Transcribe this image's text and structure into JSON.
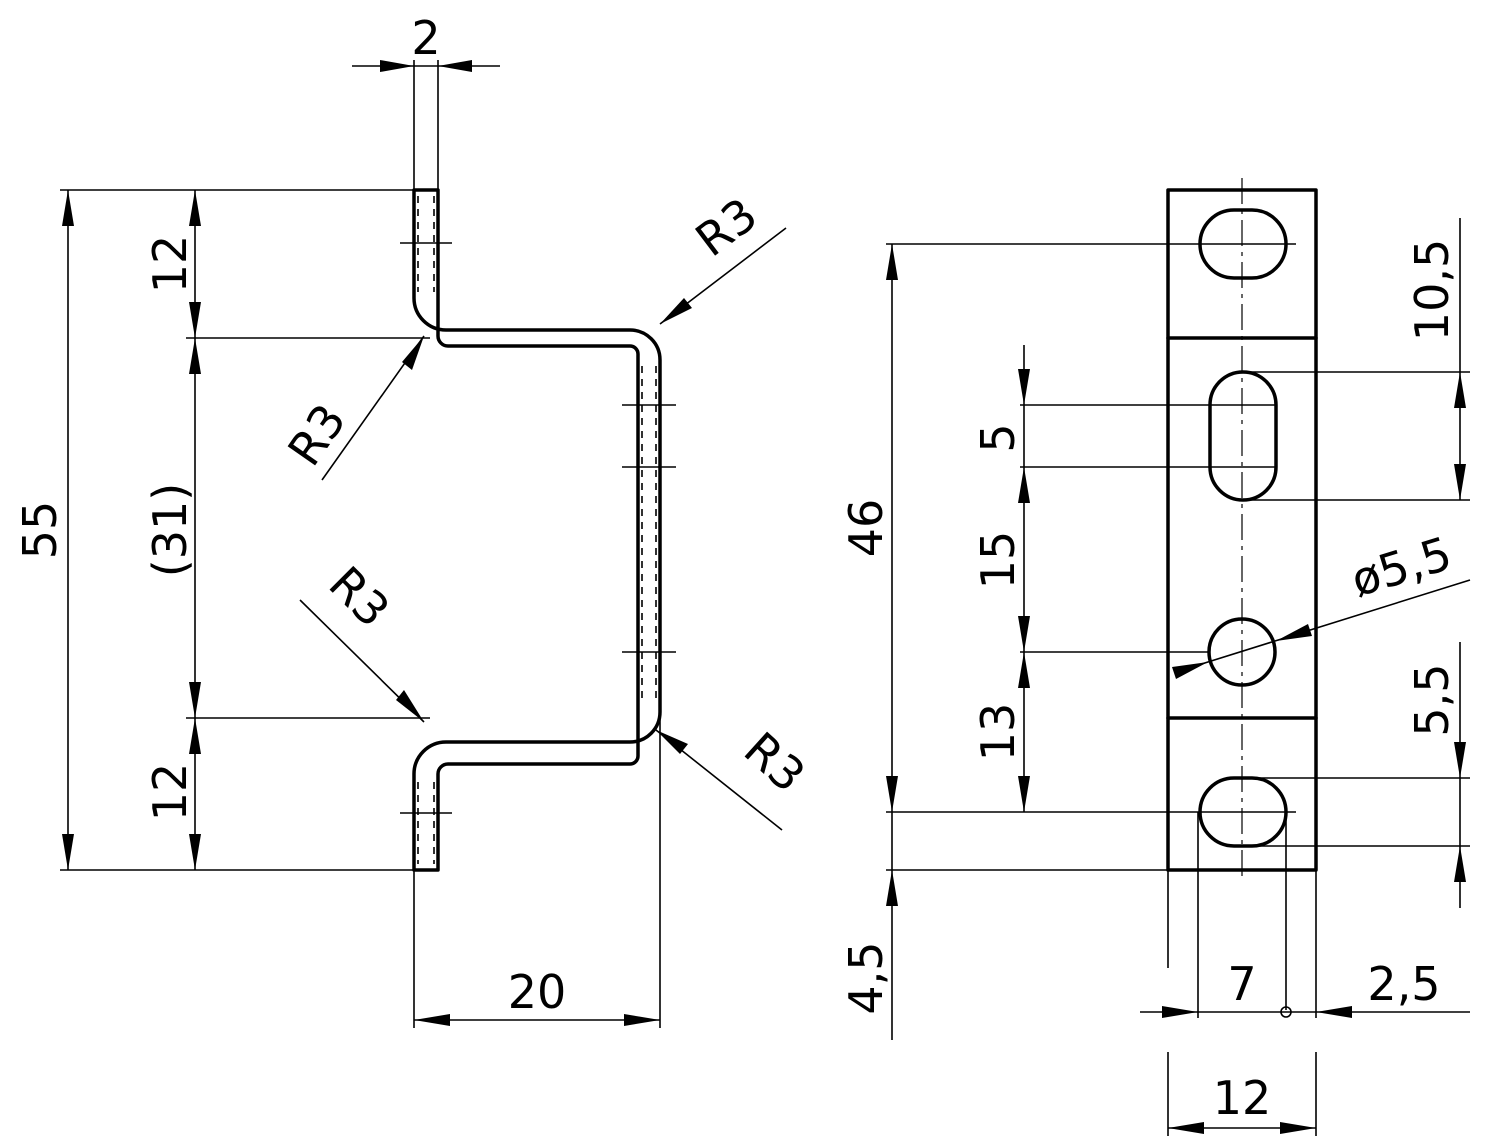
{
  "side_view": {
    "thickness": "2",
    "overall_height": "55",
    "top_flange": "12",
    "web_reference": "(31)",
    "bottom_flange": "12",
    "depth": "20",
    "radius_top_inner": "R3",
    "radius_top_outer": "R3",
    "radius_bottom_inner": "R3",
    "radius_bottom_outer": "R3"
  },
  "front_view": {
    "hole_span": "46",
    "top_slot_offset": "10,5",
    "slot_length": "5",
    "slot_to_hole": "15",
    "hole_diameter": "ø5,5",
    "hole_to_bottom": "13",
    "bottom_slot_offset": "5,5",
    "bottom_edge": "4,5",
    "hole_center_x": "7",
    "edge_offset": "2,5",
    "width": "12"
  }
}
